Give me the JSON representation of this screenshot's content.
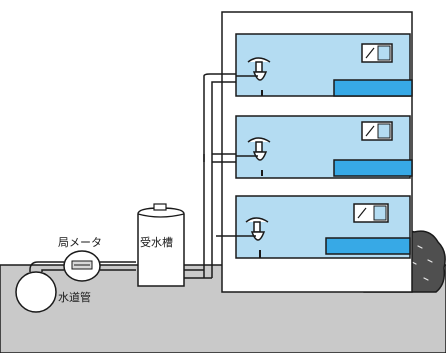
{
  "labels": {
    "meter": "局メータ",
    "tank": "受水槽",
    "main_pipe": "水道管"
  },
  "colors": {
    "ground": "#c9c9c9",
    "water": "#b4dcf2",
    "balcony": "#37a9e6",
    "shrub": "#4f4f4f",
    "line": "#1a1a1a"
  },
  "floors": 3
}
